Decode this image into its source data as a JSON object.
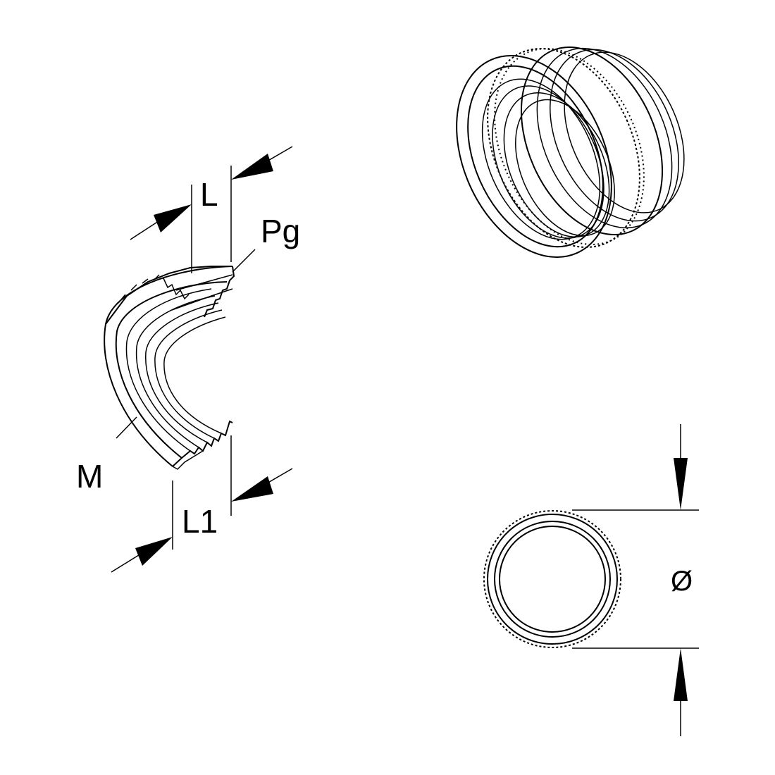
{
  "labels": {
    "L": "L",
    "Pg": "Pg",
    "M": "M",
    "L1": "L1",
    "diameter": "Ø"
  },
  "colors": {
    "line": "#000000",
    "background": "#ffffff"
  }
}
